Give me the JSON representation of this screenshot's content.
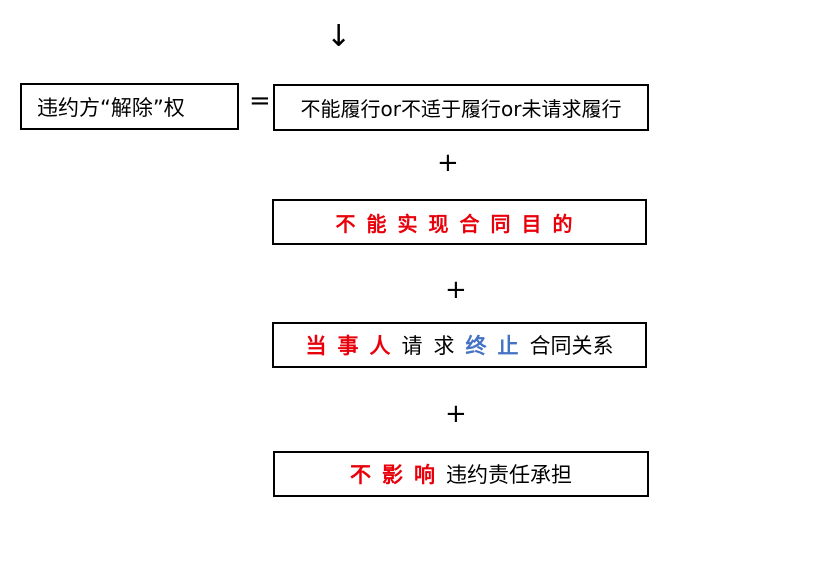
{
  "colors": {
    "red": "#e8000b",
    "blue": "#4472c4",
    "black": "#000000"
  },
  "symbols": {
    "arrow": "↓",
    "equals": "=",
    "plus": "+"
  },
  "left_box": {
    "text": "违约方“解除”权"
  },
  "box1": {
    "text": "不能履行or不适于履行or未请求履行"
  },
  "box2": {
    "text": "不能实现合同目的"
  },
  "box3": {
    "part1": "当事人",
    "part2": "请求",
    "part3": "终止",
    "part4": "合同关系"
  },
  "box4": {
    "part1": "不影响",
    "part2": "违约责任承担"
  }
}
